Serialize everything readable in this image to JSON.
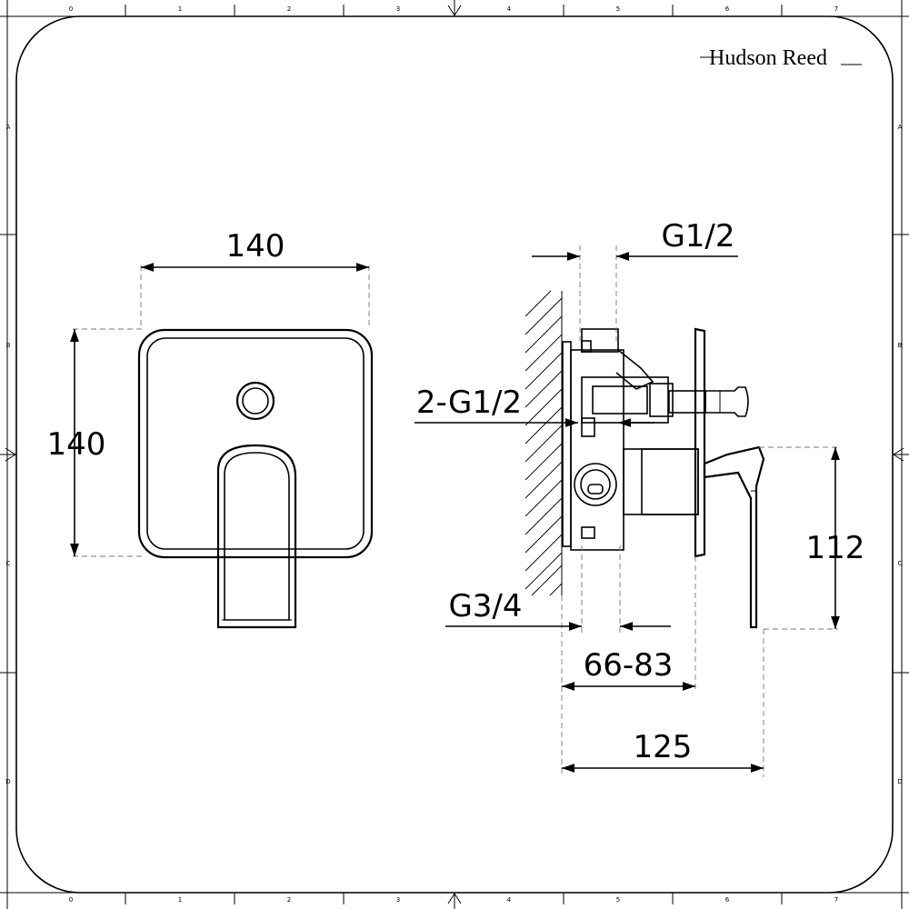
{
  "brand": "Hudson Reed",
  "grid": {
    "columns": [
      "0",
      "1",
      "2",
      "3",
      "4",
      "5",
      "6",
      "7"
    ],
    "rows": [
      "A",
      "B",
      "C",
      "D"
    ]
  },
  "dimensions": {
    "front_width": "140",
    "front_height": "140",
    "inlet_top": "G1/2",
    "outlet": "2-G1/2",
    "inlet_bottom": "G3/4",
    "depth_range": "66-83",
    "total_depth": "125",
    "handle_height": "112"
  }
}
